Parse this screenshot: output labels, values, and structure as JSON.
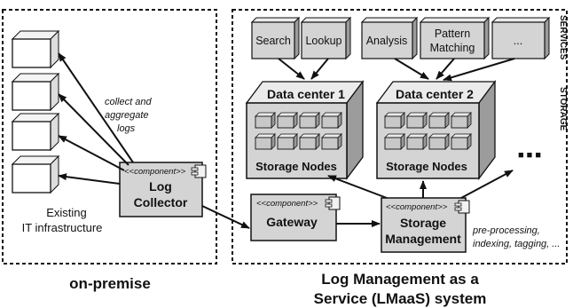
{
  "on_premise": {
    "title": "on-premise",
    "infra_label_line1": "Existing",
    "infra_label_line2": "IT infrastructure",
    "collect_line1": "collect and",
    "collect_line2": "aggregate",
    "collect_line3": "logs"
  },
  "lmaas": {
    "title_line1": "Log Management as a",
    "title_line2": "Service (LMaaS) system",
    "services_label": "SERVICES",
    "storage_label": "STORAGE",
    "services": {
      "search": "Search",
      "lookup": "Lookup",
      "analysis": "Analysis",
      "pattern_line1": "Pattern",
      "pattern_line2": "Matching",
      "more": "..."
    },
    "datacenter1": {
      "title": "Data center 1",
      "nodes_label": "Storage Nodes"
    },
    "datacenter2": {
      "title": "Data center 2",
      "nodes_label": "Storage Nodes"
    },
    "more_datacenters": "■ ■ ■"
  },
  "components": {
    "stereotype": "<<component>>",
    "log_collector_line1": "Log",
    "log_collector_line2": "Collector",
    "gateway": "Gateway",
    "storage_mgmt_line1": "Storage",
    "storage_mgmt_line2": "Management"
  },
  "preprocessing_line1": "pre-processing,",
  "preprocessing_line2": "indexing, tagging, ...",
  "colors": {
    "box_fill": "#d4d4d4",
    "box_top": "#ebebeb",
    "box_side": "#9c9c9c",
    "stroke": "#111111"
  }
}
